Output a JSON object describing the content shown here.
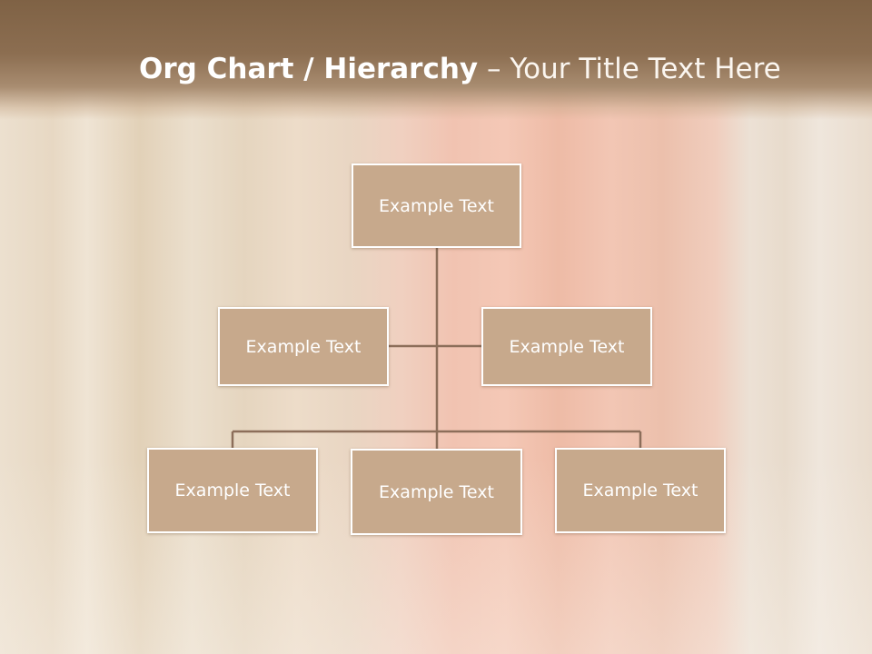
{
  "title": {
    "bold": "Org Chart / Hierarchy",
    "rest": " – Your Title Text Here"
  },
  "nodes": {
    "top": "Example Text",
    "assistant_left": "Example Text",
    "assistant_right": "Example Text",
    "child_1": "Example Text",
    "child_2": "Example Text",
    "child_3": "Example Text"
  },
  "colors": {
    "node_fill": "#c7a98c",
    "connector": "#8c6e5a",
    "header": "#8c6e51"
  }
}
